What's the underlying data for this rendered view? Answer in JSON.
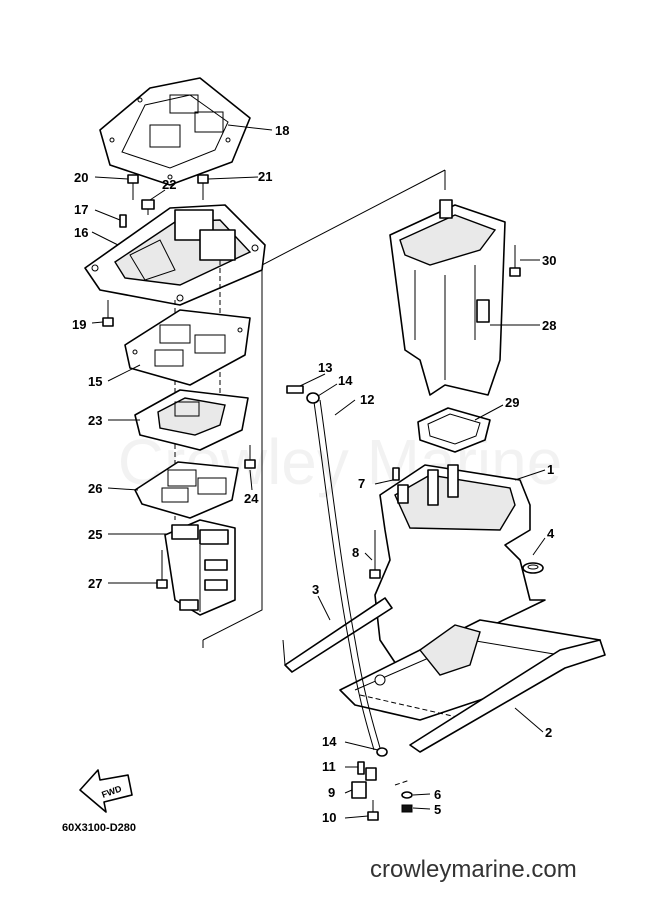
{
  "watermark": "Crowley Marine",
  "website": "crowleymarine.com",
  "drawing_code": "60X3100-D280",
  "fwd_label": "FWD",
  "callouts": [
    "1",
    "2",
    "3",
    "4",
    "5",
    "6",
    "7",
    "8",
    "9",
    "10",
    "11",
    "12",
    "13",
    "14",
    "15",
    "16",
    "17",
    "18",
    "19",
    "20",
    "21",
    "22",
    "23",
    "24",
    "25",
    "26",
    "27",
    "28",
    "29",
    "30"
  ]
}
